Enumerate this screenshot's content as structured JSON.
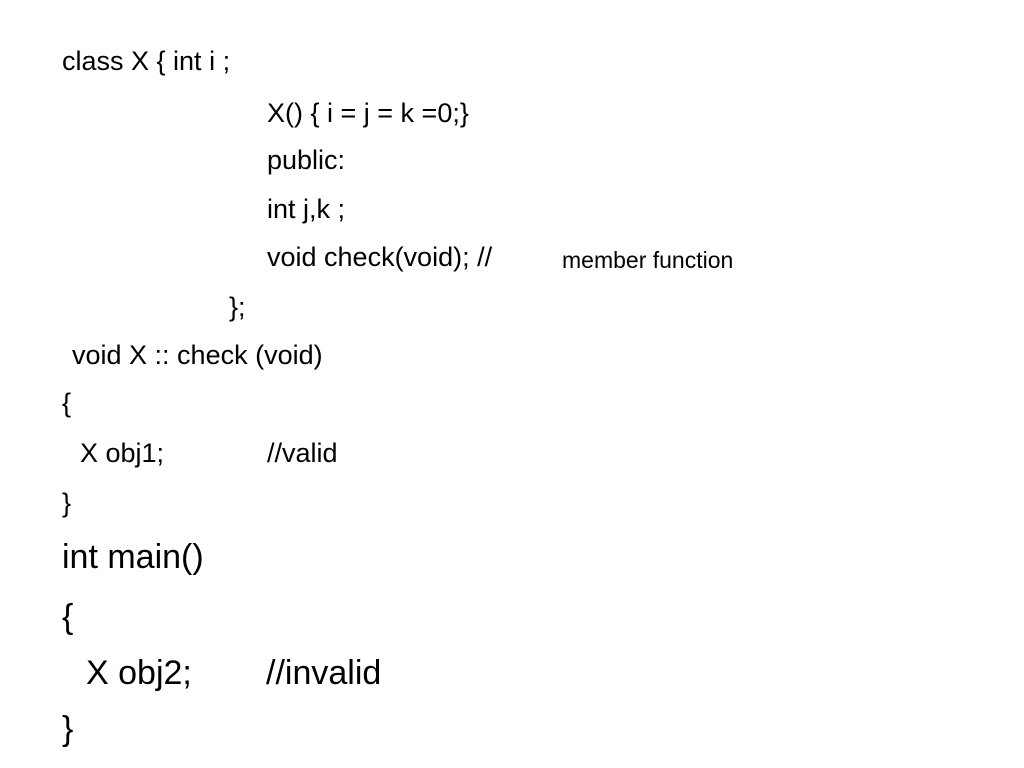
{
  "slide": {
    "lines": {
      "class_decl": "class X { int i ;",
      "ctor": "X() { i = j = k =0;}",
      "public": "public:",
      "int_jk": "int j,k ;",
      "check_decl": "void check(void); //",
      "check_comment": "member function",
      "close_class": "};",
      "check_def": "void X :: check (void)",
      "open_brace_1": "{",
      "obj1_code": "X obj1;",
      "obj1_comment": "//valid",
      "close_brace_1": "}",
      "main_decl": "int main()",
      "open_brace_2": "{",
      "obj2_code": "X obj2;",
      "obj2_comment": "//invalid",
      "close_brace_2": "}"
    }
  }
}
